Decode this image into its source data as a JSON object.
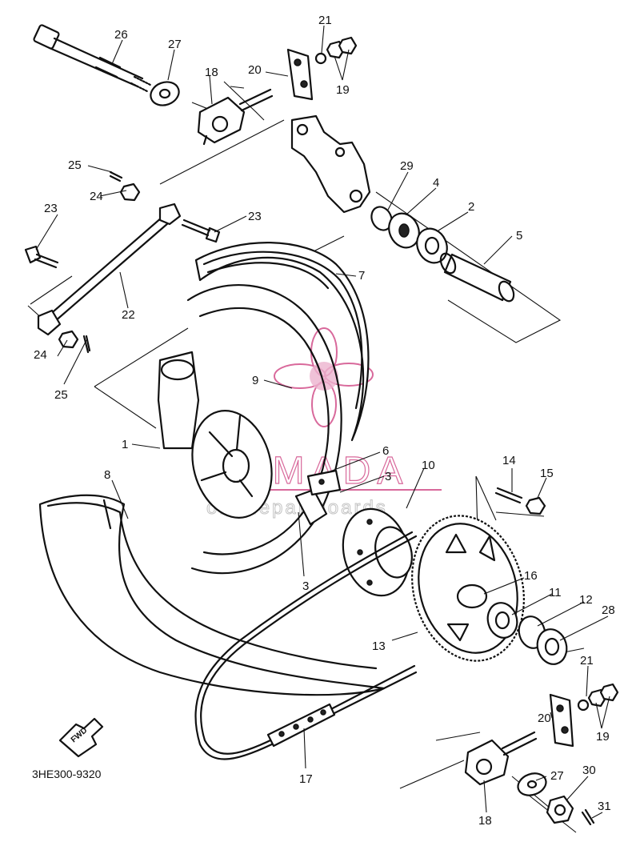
{
  "diagram_code": "3HE300-9320",
  "watermark": {
    "brand": "ARMADA",
    "sub": "onlinepartboards"
  },
  "direction_label": "FWD",
  "accent_color": "#d24f8a",
  "callouts": {
    "c1": "1",
    "c2": "2",
    "c3a": "3",
    "c3b": "3",
    "c4": "4",
    "c5": "5",
    "c6": "6",
    "c7": "7",
    "c8": "8",
    "c9": "9",
    "c10": "10",
    "c11": "11",
    "c12": "12",
    "c13": "13",
    "c14": "14",
    "c15": "15",
    "c16": "16",
    "c17": "17",
    "c18a": "18",
    "c18b": "18",
    "c19a": "19",
    "c19b": "19",
    "c20a": "20",
    "c20b": "20",
    "c21a": "21",
    "c21b": "21",
    "c22": "22",
    "c23a": "23",
    "c23b": "23",
    "c24a": "24",
    "c24b": "24",
    "c25a": "25",
    "c25b": "25",
    "c26": "26",
    "c27a": "27",
    "c27b": "27",
    "c28": "28",
    "c29": "29",
    "c30": "30",
    "c31": "31"
  }
}
